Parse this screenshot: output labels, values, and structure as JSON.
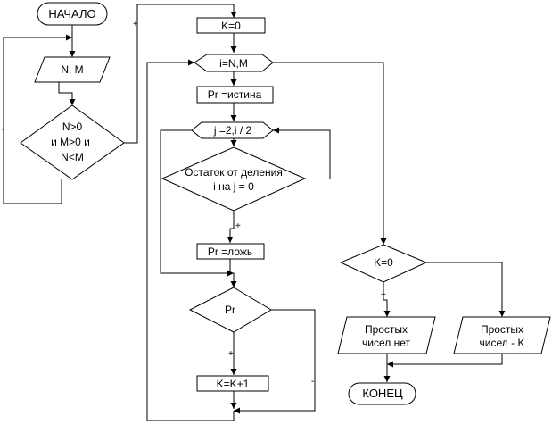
{
  "nodes": {
    "start": "НАЧАЛО",
    "input": "N, M",
    "condition": [
      "N>0",
      "и  M>0 и",
      "N<M"
    ],
    "k_init": "K=0",
    "loop_i": "i=N,M",
    "pr_true": "Pr =истина",
    "loop_j": "j =2,i / 2",
    "remainder": [
      "Остаток от деления",
      "i на j = 0"
    ],
    "pr_false": "Pr =ложь",
    "pr_check": "Pr",
    "k_inc": "K=K+1",
    "k_check": "K=0",
    "no_primes": [
      "Простых",
      "чисел нет"
    ],
    "primes_k": [
      "Простых",
      "чисел - K"
    ],
    "end": "КОНЕЦ"
  },
  "branch_labels": {
    "plus": "+",
    "minus": "-"
  }
}
